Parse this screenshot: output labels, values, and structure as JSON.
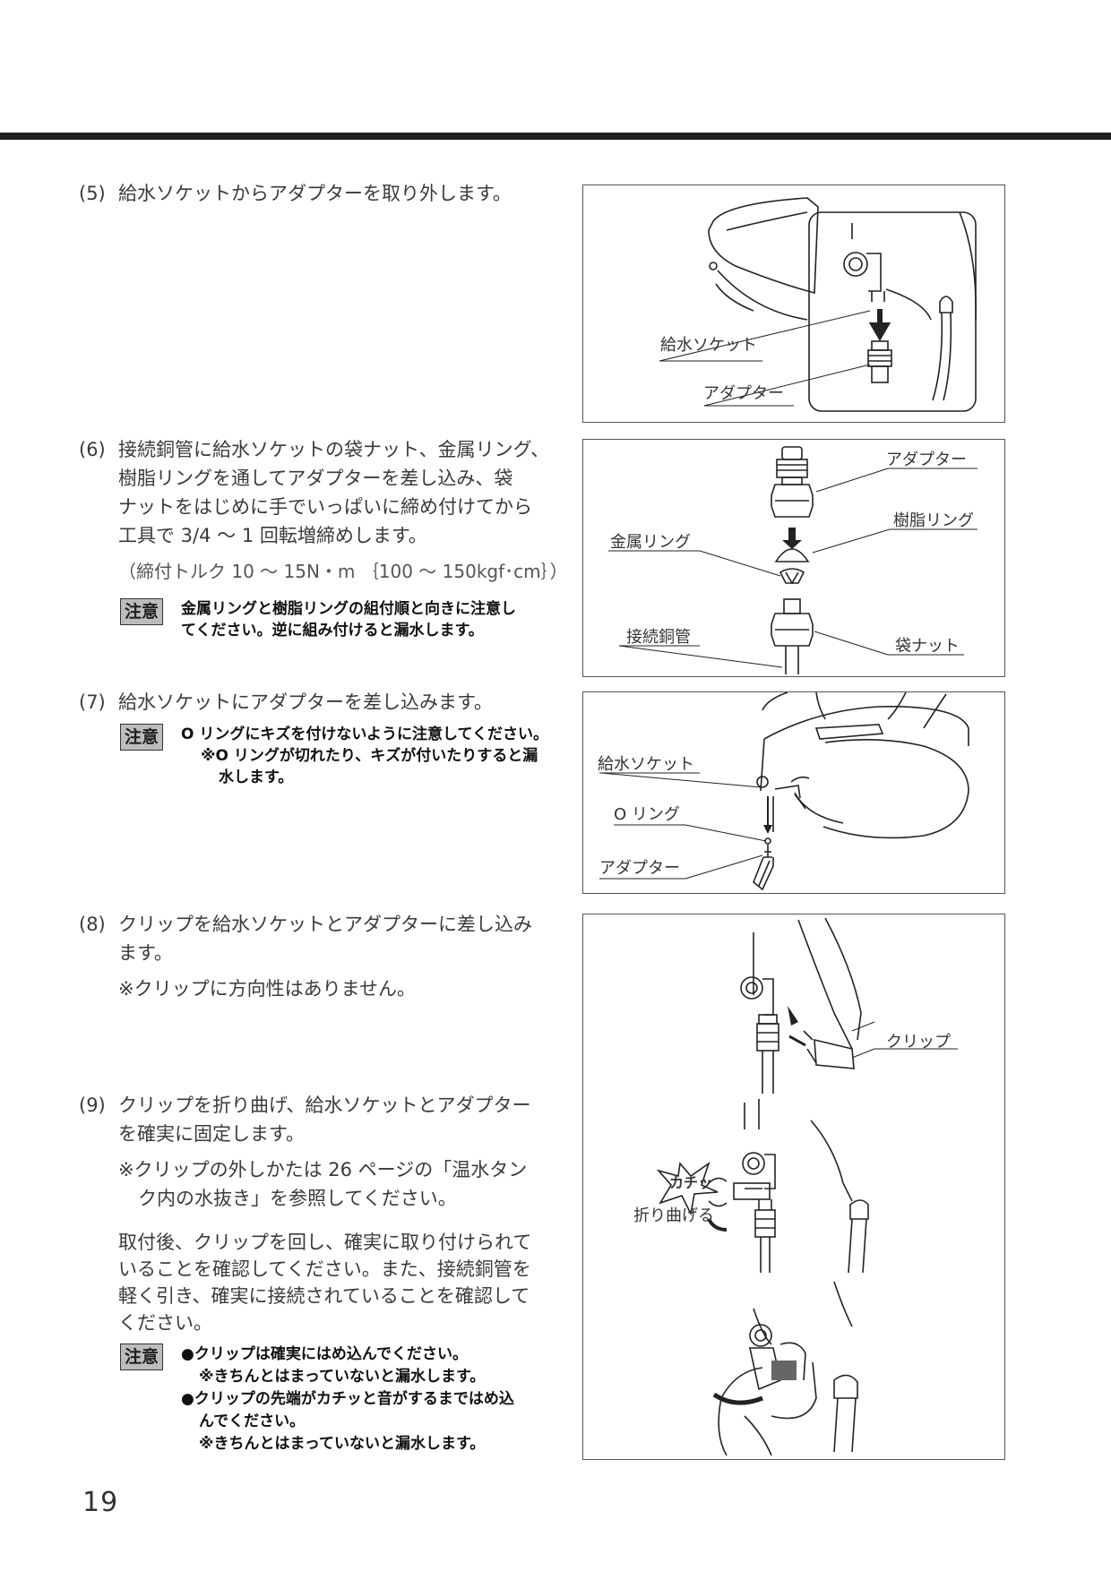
{
  "step5": {
    "num": "(5)",
    "text": "給水ソケットからアダプターを取り外します。"
  },
  "fig1": {
    "label_socket": "給水ソケット",
    "label_adapter": "アダプター"
  },
  "step6": {
    "num": "(6)",
    "lines": [
      "接続銅管に給水ソケットの袋ナット、金属リング、",
      "樹脂リングを通してアダプターを差し込み、袋",
      "ナットをはじめに手でいっぱいに締め付けてから",
      "工具で 3/4 〜 1 回転増締めします。"
    ],
    "torque": "（締付トルク 10 〜 15N・m ｛100 〜 150kgf･cm｝）",
    "caution_tag": "注意",
    "caution_lines": [
      "金属リングと樹脂リングの組付順と向きに注意し",
      "てください。逆に組み付けると漏水します。"
    ]
  },
  "fig2": {
    "label_adapter": "アダプター",
    "label_resin": "樹脂リング",
    "label_metal": "金属リング",
    "label_pipe": "接続銅管",
    "label_nut": "袋ナット"
  },
  "step7": {
    "num": "(7)",
    "text": "給水ソケットにアダプターを差し込みます。",
    "caution_tag": "注意",
    "caution_line1": "O リングにキズを付けないように注意してください。",
    "caution_line2": "※O リングが切れたり、キズが付いたりすると漏",
    "caution_line3": "水します。"
  },
  "fig3": {
    "label_socket": "給水ソケット",
    "label_oring": "O リング",
    "label_adapter": "アダプター"
  },
  "step8": {
    "num": "(8)",
    "lines": [
      "クリップを給水ソケットとアダプターに差し込み",
      "ます。"
    ],
    "note": "※クリップに方向性はありません。"
  },
  "fig4": {
    "label_clip": "クリップ",
    "label_click": "カチッ",
    "label_bend": "折り曲げる"
  },
  "step9": {
    "num": "(9)",
    "lines": [
      "クリップを折り曲げ、給水ソケットとアダプター",
      "を確実に固定します。"
    ],
    "note_lines": [
      "※クリップの外しかたは 26 ページの「温水タン",
      "ク内の水抜き」を参照してください。"
    ],
    "after_lines": [
      "取付後、クリップを回し、確実に取り付けられて",
      "いることを確認してください。また、接続銅管を",
      "軽く引き、確実に接続されていることを確認して",
      "ください。"
    ],
    "caution_tag": "注意",
    "caution_a": "●クリップは確実にはめ込んでください。",
    "caution_a_note": "※きちんとはまっていないと漏水します。",
    "caution_b1": "●クリップの先端がカチッと音がするまではめ込",
    "caution_b2": "んでください。",
    "caution_b_note": "※きちんとはまっていないと漏水します。"
  },
  "page_number": "19"
}
